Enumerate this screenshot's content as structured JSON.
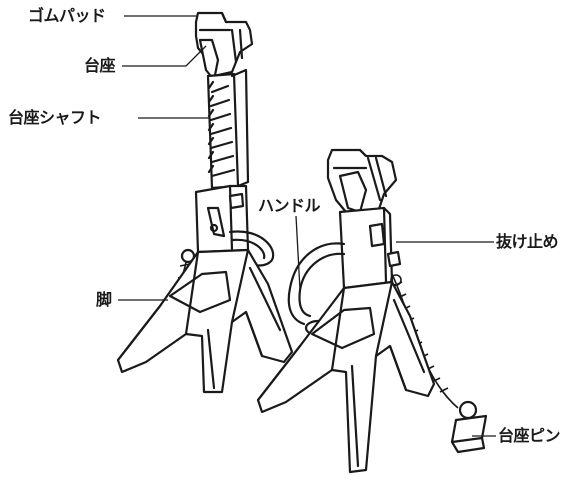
{
  "labels": {
    "rubber_pad": "ゴムパッド",
    "saddle": "台座",
    "saddle_shaft": "台座シャフト",
    "leg": "脚",
    "handle": "ハンドル",
    "lock_release": "抜け止め",
    "saddle_pin": "台座ピン"
  }
}
